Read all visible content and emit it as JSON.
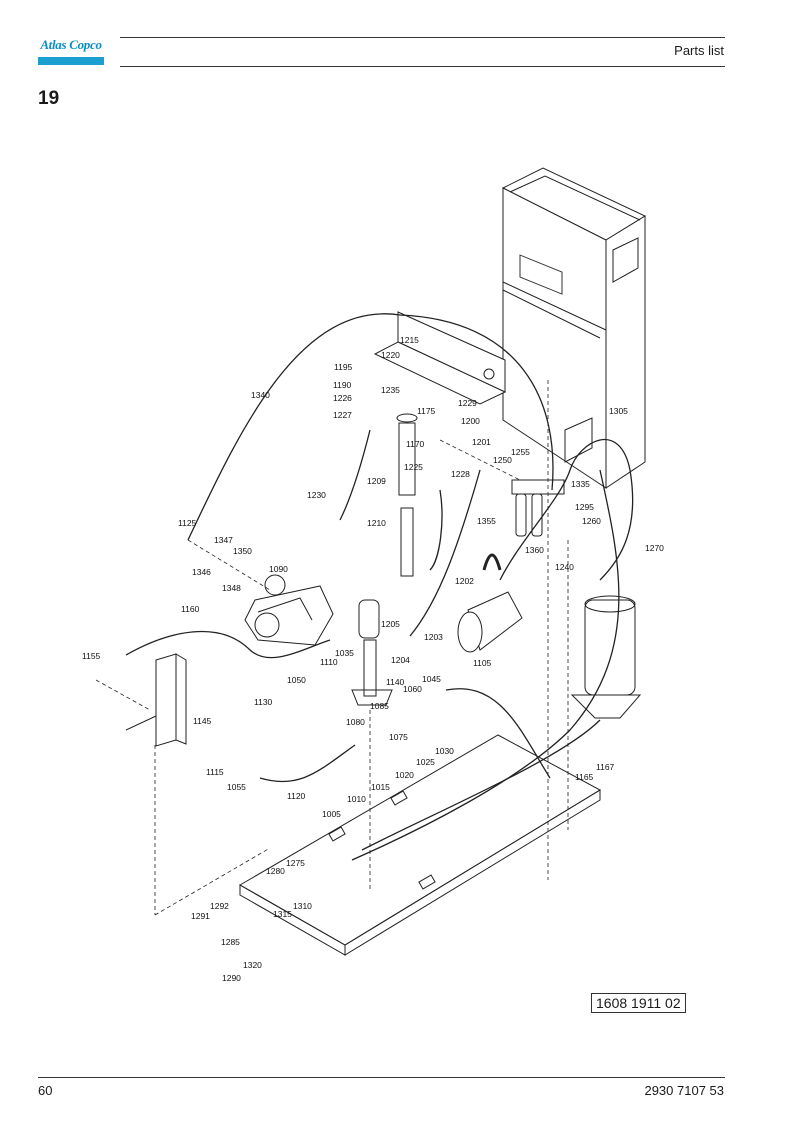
{
  "header": {
    "brand": "Atlas Copco",
    "title": "Parts list"
  },
  "section_number": "19",
  "drawing_id": "1608 1911 02",
  "footer": {
    "page_number": "60",
    "document_number": "2930 7107 53"
  },
  "callouts": [
    "1215",
    "1220",
    "1195",
    "1190",
    "1226",
    "1235",
    "1340",
    "1227",
    "1175",
    "1229",
    "1200",
    "1170",
    "1201",
    "1225",
    "1228",
    "1255",
    "1250",
    "1335",
    "1305",
    "1209",
    "1230",
    "1295",
    "1260",
    "1125",
    "1210",
    "1347",
    "1350",
    "1355",
    "1360",
    "1270",
    "1346",
    "1090",
    "1348",
    "1202",
    "1240",
    "1160",
    "1205",
    "1203",
    "1155",
    "1035",
    "1204",
    "1110",
    "1105",
    "1140",
    "1050",
    "1045",
    "1060",
    "1085",
    "1130",
    "1080",
    "1145",
    "1075",
    "1030",
    "1025",
    "1020",
    "1115",
    "1167",
    "1165",
    "1055",
    "1120",
    "1015",
    "1010",
    "1005",
    "1275",
    "1280",
    "1310",
    "1315",
    "1292",
    "1291",
    "1285",
    "1320",
    "1290"
  ]
}
